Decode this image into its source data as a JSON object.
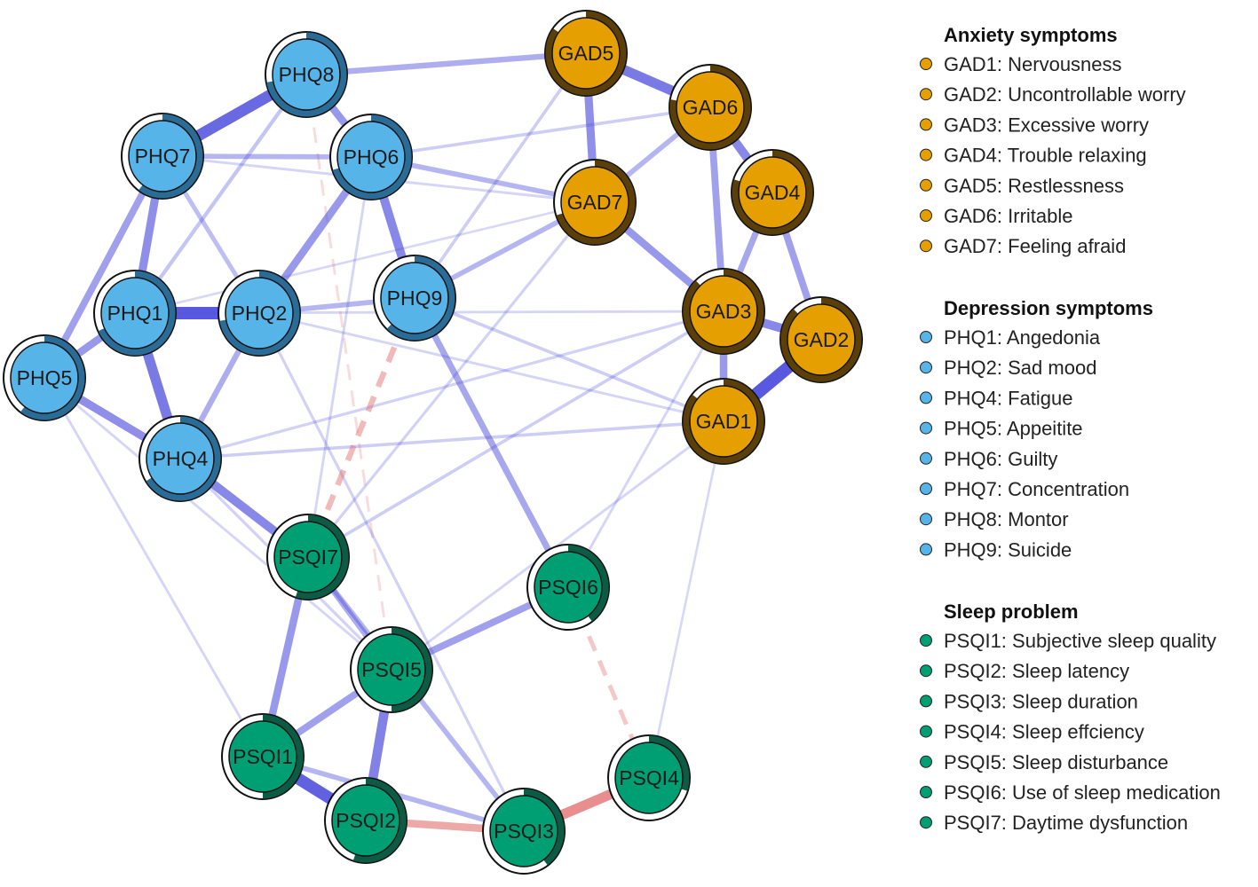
{
  "colors": {
    "anxiety": "#e69f00",
    "depression": "#56b4e9",
    "sleep": "#009e73",
    "positive_edge": "#4b4bdc",
    "negative_edge": "#e06666"
  },
  "nodes": [
    {
      "id": "PHQ8",
      "label": "PHQ8",
      "group": "depression"
    },
    {
      "id": "PHQ7",
      "label": "PHQ7",
      "group": "depression"
    },
    {
      "id": "PHQ6",
      "label": "PHQ6",
      "group": "depression"
    },
    {
      "id": "PHQ1",
      "label": "PHQ1",
      "group": "depression"
    },
    {
      "id": "PHQ2",
      "label": "PHQ2",
      "group": "depression"
    },
    {
      "id": "PHQ9",
      "label": "PHQ9",
      "group": "depression"
    },
    {
      "id": "PHQ5",
      "label": "PHQ5",
      "group": "depression"
    },
    {
      "id": "PHQ4",
      "label": "PHQ4",
      "group": "depression"
    },
    {
      "id": "GAD5",
      "label": "GAD5",
      "group": "anxiety"
    },
    {
      "id": "GAD6",
      "label": "GAD6",
      "group": "anxiety"
    },
    {
      "id": "GAD7",
      "label": "GAD7",
      "group": "anxiety"
    },
    {
      "id": "GAD4",
      "label": "GAD4",
      "group": "anxiety"
    },
    {
      "id": "GAD3",
      "label": "GAD3",
      "group": "anxiety"
    },
    {
      "id": "GAD2",
      "label": "GAD2",
      "group": "anxiety"
    },
    {
      "id": "GAD1",
      "label": "GAD1",
      "group": "anxiety"
    },
    {
      "id": "PSQI7",
      "label": "PSQI7",
      "group": "sleep"
    },
    {
      "id": "PSQI6",
      "label": "PSQI6",
      "group": "sleep"
    },
    {
      "id": "PSQI5",
      "label": "PSQI5",
      "group": "sleep"
    },
    {
      "id": "PSQI1",
      "label": "PSQI1",
      "group": "sleep"
    },
    {
      "id": "PSQI2",
      "label": "PSQI2",
      "group": "sleep"
    },
    {
      "id": "PSQI3",
      "label": "PSQI3",
      "group": "sleep"
    },
    {
      "id": "PSQI4",
      "label": "PSQI4",
      "group": "sleep"
    }
  ],
  "edges": [
    {
      "from": "PHQ1",
      "to": "PHQ2",
      "weight": 0.9,
      "sign": "positive"
    },
    {
      "from": "PHQ7",
      "to": "PHQ8",
      "weight": 0.8,
      "sign": "positive"
    },
    {
      "from": "GAD2",
      "to": "GAD1",
      "weight": 0.9,
      "sign": "positive"
    },
    {
      "from": "PSQI1",
      "to": "PSQI2",
      "weight": 0.85,
      "sign": "positive"
    },
    {
      "from": "PHQ1",
      "to": "PHQ4",
      "weight": 0.7,
      "sign": "positive"
    },
    {
      "from": "GAD5",
      "to": "GAD6",
      "weight": 0.7,
      "sign": "positive"
    },
    {
      "from": "PHQ6",
      "to": "PHQ9",
      "weight": 0.6,
      "sign": "positive"
    },
    {
      "from": "PSQI5",
      "to": "PSQI2",
      "weight": 0.65,
      "sign": "positive"
    },
    {
      "from": "GAD5",
      "to": "GAD7",
      "weight": 0.55,
      "sign": "positive"
    },
    {
      "from": "GAD6",
      "to": "GAD4",
      "weight": 0.6,
      "sign": "positive"
    },
    {
      "from": "GAD3",
      "to": "GAD2",
      "weight": 0.6,
      "sign": "positive"
    },
    {
      "from": "PHQ4",
      "to": "PSQI7",
      "weight": 0.6,
      "sign": "positive"
    },
    {
      "from": "PHQ5",
      "to": "PHQ4",
      "weight": 0.55,
      "sign": "positive"
    },
    {
      "from": "PHQ7",
      "to": "PHQ1",
      "weight": 0.55,
      "sign": "positive"
    },
    {
      "from": "PHQ1",
      "to": "PHQ5",
      "weight": 0.5,
      "sign": "positive"
    },
    {
      "from": "PHQ2",
      "to": "PHQ6",
      "weight": 0.5,
      "sign": "positive"
    },
    {
      "from": "PHQ8",
      "to": "PHQ6",
      "weight": 0.5,
      "sign": "positive"
    },
    {
      "from": "PHQ7",
      "to": "PHQ5",
      "weight": 0.45,
      "sign": "positive"
    },
    {
      "from": "GAD7",
      "to": "GAD3",
      "weight": 0.5,
      "sign": "positive"
    },
    {
      "from": "GAD6",
      "to": "GAD3",
      "weight": 0.45,
      "sign": "positive"
    },
    {
      "from": "GAD4",
      "to": "GAD2",
      "weight": 0.45,
      "sign": "positive"
    },
    {
      "from": "GAD3",
      "to": "GAD1",
      "weight": 0.5,
      "sign": "positive"
    },
    {
      "from": "GAD4",
      "to": "GAD3",
      "weight": 0.4,
      "sign": "positive"
    },
    {
      "from": "PSQI7",
      "to": "PSQI1",
      "weight": 0.5,
      "sign": "positive"
    },
    {
      "from": "PSQI5",
      "to": "PSQI1",
      "weight": 0.45,
      "sign": "positive"
    },
    {
      "from": "PSQI6",
      "to": "PSQI5",
      "weight": 0.45,
      "sign": "positive"
    },
    {
      "from": "PHQ9",
      "to": "PSQI6",
      "weight": 0.4,
      "sign": "positive"
    },
    {
      "from": "PSQI3",
      "to": "PSQI4",
      "weight": 0.7,
      "sign": "negative"
    },
    {
      "from": "PSQI2",
      "to": "PSQI3",
      "weight": 0.5,
      "sign": "negative"
    },
    {
      "from": "PHQ9",
      "to": "PSQI7",
      "weight": 0.35,
      "sign": "negative",
      "dashed": true
    },
    {
      "from": "PSQI6",
      "to": "PSQI4",
      "weight": 0.25,
      "sign": "negative",
      "dashed": true
    },
    {
      "from": "PHQ8",
      "to": "GAD5",
      "weight": 0.35,
      "sign": "positive"
    },
    {
      "from": "PHQ2",
      "to": "PHQ9",
      "weight": 0.3,
      "sign": "positive"
    },
    {
      "from": "PHQ9",
      "to": "GAD7",
      "weight": 0.3,
      "sign": "positive"
    },
    {
      "from": "PHQ4",
      "to": "PHQ2",
      "weight": 0.35,
      "sign": "positive"
    },
    {
      "from": "PHQ6",
      "to": "GAD7",
      "weight": 0.3,
      "sign": "positive"
    },
    {
      "from": "PSQI7",
      "to": "PSQI5",
      "weight": 0.35,
      "sign": "positive"
    },
    {
      "from": "PSQI1",
      "to": "PSQI3",
      "weight": 0.3,
      "sign": "positive"
    },
    {
      "from": "PSQI7",
      "to": "PSQI3",
      "weight": 0.3,
      "sign": "positive"
    },
    {
      "from": "PHQ7",
      "to": "PHQ6",
      "weight": 0.3,
      "sign": "positive"
    },
    {
      "from": "GAD7",
      "to": "GAD6",
      "weight": 0.3,
      "sign": "positive"
    },
    {
      "from": "PHQ2",
      "to": "PHQ7",
      "weight": 0.25,
      "sign": "positive"
    },
    {
      "from": "PHQ1",
      "to": "PHQ8",
      "weight": 0.2,
      "sign": "positive"
    },
    {
      "from": "PHQ4",
      "to": "GAD1",
      "weight": 0.15,
      "sign": "positive"
    },
    {
      "from": "PSQI7",
      "to": "GAD3",
      "weight": 0.15,
      "sign": "positive"
    },
    {
      "from": "PHQ5",
      "to": "PSQI1",
      "weight": 0.1,
      "sign": "positive"
    },
    {
      "from": "PHQ5",
      "to": "PSQI5",
      "weight": 0.1,
      "sign": "positive"
    },
    {
      "from": "PHQ2",
      "to": "PSQI3",
      "weight": 0.12,
      "sign": "positive"
    },
    {
      "from": "PHQ6",
      "to": "GAD6",
      "weight": 0.15,
      "sign": "positive"
    },
    {
      "from": "PHQ9",
      "to": "GAD1",
      "weight": 0.15,
      "sign": "positive"
    },
    {
      "from": "PHQ4",
      "to": "GAD3",
      "weight": 0.12,
      "sign": "positive"
    },
    {
      "from": "GAD5",
      "to": "PHQ9",
      "weight": 0.15,
      "sign": "positive"
    },
    {
      "from": "PSQI7",
      "to": "GAD7",
      "weight": 0.12,
      "sign": "positive"
    },
    {
      "from": "PSQI5",
      "to": "GAD1",
      "weight": 0.1,
      "sign": "positive"
    },
    {
      "from": "PHQ6",
      "to": "PSQI7",
      "weight": 0.1,
      "sign": "positive"
    },
    {
      "from": "PHQ8",
      "to": "PSQI5",
      "weight": 0.1,
      "sign": "negative",
      "dashed": true
    },
    {
      "from": "PHQ7",
      "to": "GAD7",
      "weight": 0.1,
      "sign": "positive"
    },
    {
      "from": "PHQ1",
      "to": "GAD3",
      "weight": 0.1,
      "sign": "positive"
    },
    {
      "from": "PSQI4",
      "to": "GAD1",
      "weight": 0.08,
      "sign": "positive"
    },
    {
      "from": "PSQI6",
      "to": "GAD3",
      "weight": 0.1,
      "sign": "positive"
    },
    {
      "from": "PHQ2",
      "to": "GAD1",
      "weight": 0.1,
      "sign": "positive"
    },
    {
      "from": "PHQ1",
      "to": "GAD7",
      "weight": 0.08,
      "sign": "positive"
    },
    {
      "from": "PHQ4",
      "to": "PSQI5",
      "weight": 0.12,
      "sign": "positive"
    }
  ],
  "legend": [
    {
      "heading": "Anxiety symptoms",
      "group": "anxiety",
      "items": [
        "GAD1: Nervousness",
        "GAD2: Uncontrollable worry",
        "GAD3: Excessive worry",
        "GAD4: Trouble relaxing",
        "GAD5: Restlessness",
        "GAD6: Irritable",
        "GAD7: Feeling afraid"
      ]
    },
    {
      "heading": "Depression symptoms",
      "group": "depression",
      "items": [
        "PHQ1: Angedonia",
        "PHQ2: Sad mood",
        "PHQ4: Fatigue",
        "PHQ5: Appeitite",
        "PHQ6: Guilty",
        "PHQ7: Concentration",
        "PHQ8: Montor",
        "PHQ9: Suicide"
      ]
    },
    {
      "heading": "Sleep problem",
      "group": "sleep",
      "items": [
        "PSQI1: Subjective sleep quality",
        "PSQI2: Sleep latency",
        "PSQI3: Sleep duration",
        "PSQI4: Sleep effciency",
        "PSQI5: Sleep disturbance",
        "PSQI6: Use of sleep medication",
        "PSQI7: Daytime dysfunction"
      ]
    }
  ]
}
